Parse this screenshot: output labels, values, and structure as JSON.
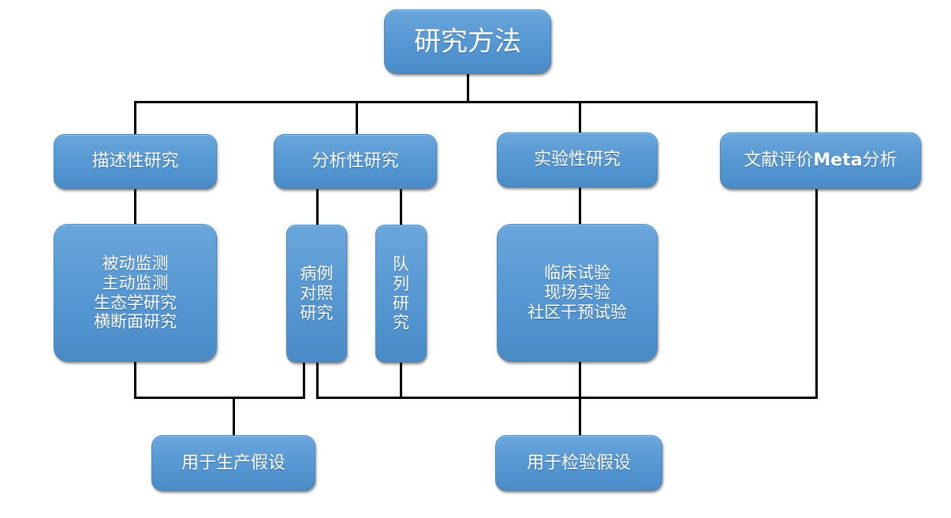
{
  "diagram": {
    "title_node": {
      "label": "研究方法"
    },
    "level2": [
      {
        "name": "descriptive",
        "label": "描述性研究"
      },
      {
        "name": "analytical",
        "label": "分析性研究"
      },
      {
        "name": "experimental",
        "label": "实验性研究"
      },
      {
        "name": "meta",
        "label_cn_1": "文献评价",
        "label_latin": "Meta",
        "label_cn_2": "分析"
      }
    ],
    "level3": {
      "descriptive_detail": {
        "lines": [
          "被动监测",
          "主动监测",
          "生态学研究",
          "横断面研究"
        ]
      },
      "case_control": {
        "lines": [
          "病例",
          "对照",
          "研究"
        ]
      },
      "cohort": {
        "lines": [
          "队",
          "列",
          "研",
          "究"
        ]
      },
      "experimental_detail": {
        "lines": [
          "临床试验",
          "现场实验",
          "社区干预试验"
        ]
      }
    },
    "outcomes": [
      {
        "name": "generate-hypothesis",
        "label": "用于生产假设"
      },
      {
        "name": "test-hypothesis",
        "label": "用于检验假设"
      }
    ],
    "colors": {
      "node_fill": "#5b9bd5",
      "node_fill_light": "#6aa6db",
      "node_fill_dark": "#4a8bc6",
      "node_border": "#4a86bd",
      "node_text": "#ffffff",
      "connector": "#000000",
      "background": "#ffffff"
    }
  }
}
